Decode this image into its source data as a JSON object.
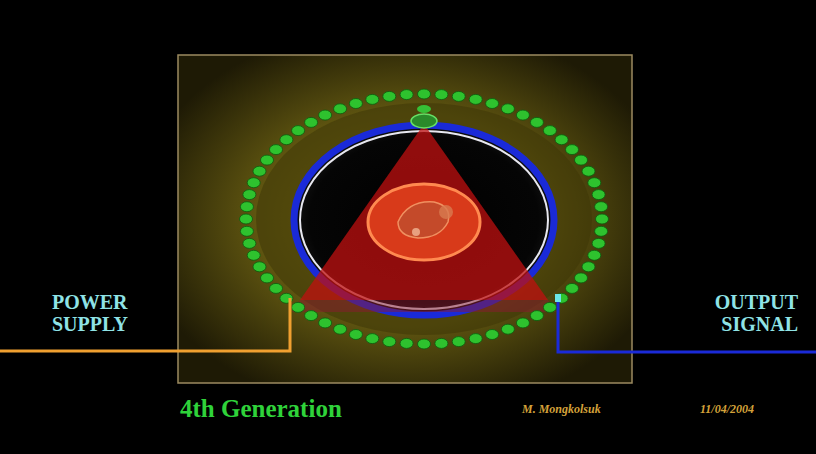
{
  "diagram": {
    "labels": [
      "POWER SUPPLY",
      "OUTPUT SIGNAL",
      "4th Generation",
      "M. Mongkolsuk",
      "11/04/2004"
    ]
  }
}
